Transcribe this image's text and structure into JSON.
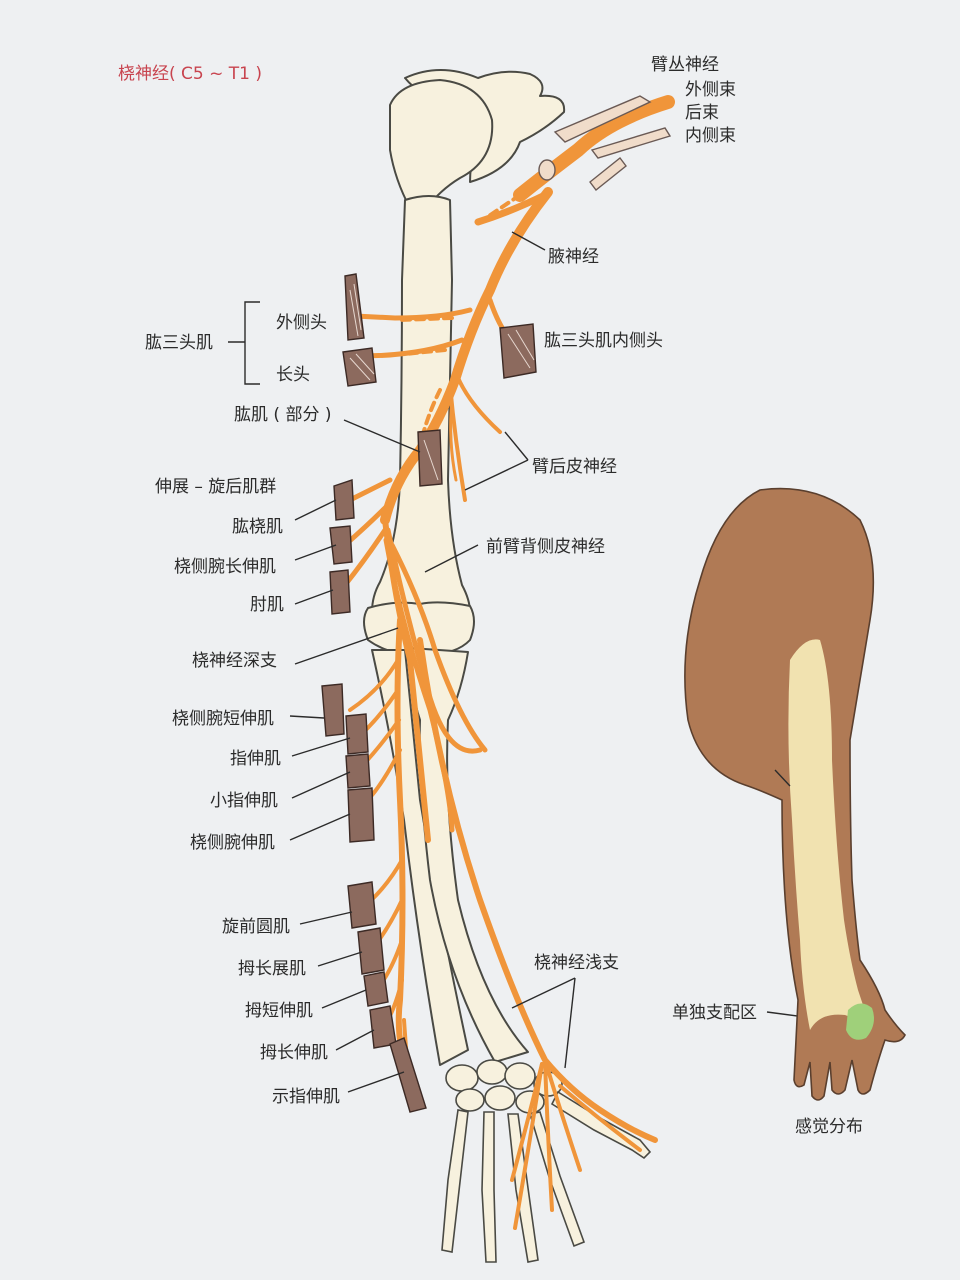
{
  "title": "桡神经( C5 ~ T1 )",
  "labels": {
    "brachial_plexus": "臂丛神经",
    "lateral_cord": "外侧束",
    "posterior_cord": "后束",
    "medial_cord": "内侧束",
    "axillary_nerve": "腋神经",
    "triceps": "肱三头肌",
    "lateral_head": "外侧头",
    "long_head": "长头",
    "triceps_medial_head": "肱三头肌内侧头",
    "brachialis_part": "肱肌 ( 部分 )",
    "post_cutaneous_arm": "臂后皮神经",
    "extensor_supinator_group": "伸展 – 旋后肌群",
    "brachioradialis": "肱桡肌",
    "ecrl": "桡侧腕长伸肌",
    "anconeus": "肘肌",
    "post_cutaneous_forearm": "前臂背侧皮神经",
    "deep_branch": "桡神经深支",
    "ecrb": "桡侧腕短伸肌",
    "ext_digitorum": "指伸肌",
    "ext_digiti_minimi": "小指伸肌",
    "ecu": "桡侧腕伸肌",
    "supinator": "旋前圆肌",
    "apl": "拇长展肌",
    "epb": "拇短伸肌",
    "epl": "拇长伸肌",
    "ext_indicis": "示指伸肌",
    "superficial_branch": "桡神经浅支",
    "autonomous_zone": "单独支配区",
    "sensory_distribution": "感觉分布"
  },
  "colors": {
    "nerve": "#f0953a",
    "bone": "#f7f1de",
    "muscle": "#8c6a5e",
    "sensory_dark": "#b07a55",
    "sensory_light": "#f1e2b0",
    "autonomous": "#9fd07a",
    "title": "#c8444f"
  }
}
